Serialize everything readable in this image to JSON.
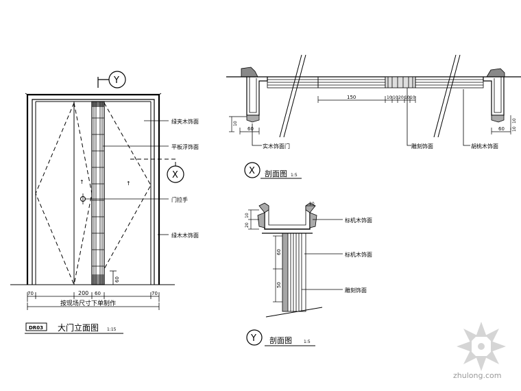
{
  "elevation": {
    "title": "大门立面图",
    "scale": "1:15",
    "code": "DR03",
    "section_marker_y": "Y",
    "section_marker_x": "X",
    "labels": {
      "panel_veneer": "绿夹木饰面",
      "center_strip": "平板浮饰面",
      "handle": "门拉手",
      "frame_veneer": "绿木木饰面"
    },
    "dims": {
      "left_frame": "70",
      "right_frame": "70",
      "left_bottom": "200",
      "center_bottom": "60",
      "vertical": "60",
      "overall_note": "按现场尺寸下单制作"
    }
  },
  "section_x": {
    "marker": "X",
    "title": "剖面图",
    "scale": "1:5",
    "labels": {
      "left": "实木饰面门",
      "center": "雕刻饰面",
      "right": "胡桃木饰面"
    },
    "dims": {
      "width_150": "150",
      "small_1": "10",
      "small_2": "10",
      "small_3": "20",
      "small_4": "10",
      "small_5": "10",
      "left_60": "60",
      "right_60": "60",
      "left_h": "10",
      "right_h1": "10",
      "right_h2": "10"
    }
  },
  "section_y": {
    "marker": "Y",
    "title": "剖面图",
    "scale": "1:5",
    "labels": {
      "top": "标机木饰面",
      "mid": "标机木饰面",
      "bottom": "雕刻饰面"
    },
    "dims": {
      "top_20": "20",
      "left_10": "10",
      "left_20": "20",
      "v_60": "60",
      "v_50": "50"
    }
  },
  "watermark": {
    "text": "zhulong.com"
  }
}
